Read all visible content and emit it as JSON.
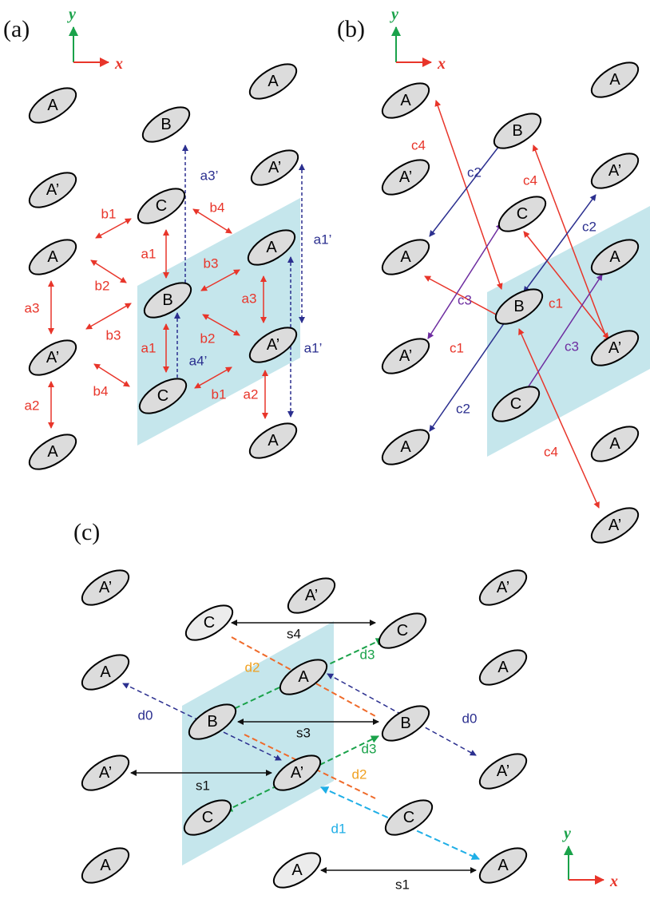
{
  "panels": [
    "(a)",
    "(b)",
    "(c)"
  ],
  "axes": {
    "x": "x",
    "y": "y"
  },
  "molecules": {
    "A": "A",
    "A_prime": "A’",
    "B": "B",
    "C": "C"
  },
  "bonds": {
    "a1": "a1",
    "a2": "a2",
    "a3": "a3",
    "a1_prime": "a1’",
    "a3_prime": "a3’",
    "a4_prime": "a4’",
    "b1": "b1",
    "b2": "b2",
    "b3": "b3",
    "b4": "b4",
    "c1": "c1",
    "c2": "c2",
    "c3": "c3",
    "c4": "c4",
    "d0": "d0",
    "d1": "d1",
    "d2": "d2",
    "d3": "d3",
    "s1": "s1",
    "s3": "s3",
    "s4": "s4"
  },
  "colors": {
    "red": "#e8352a",
    "navy": "#2b2f8f",
    "purple": "#6d2ca0",
    "green": "#1aa24a",
    "orange": "#f08a1c",
    "orange_arrow": "#ef6a2a",
    "cyan": "#1eaee6",
    "black": "#111111",
    "cell_fill": "#bfe3ea",
    "molecule_fill": "#dcdcdc",
    "d2_label": "#f0a020"
  }
}
